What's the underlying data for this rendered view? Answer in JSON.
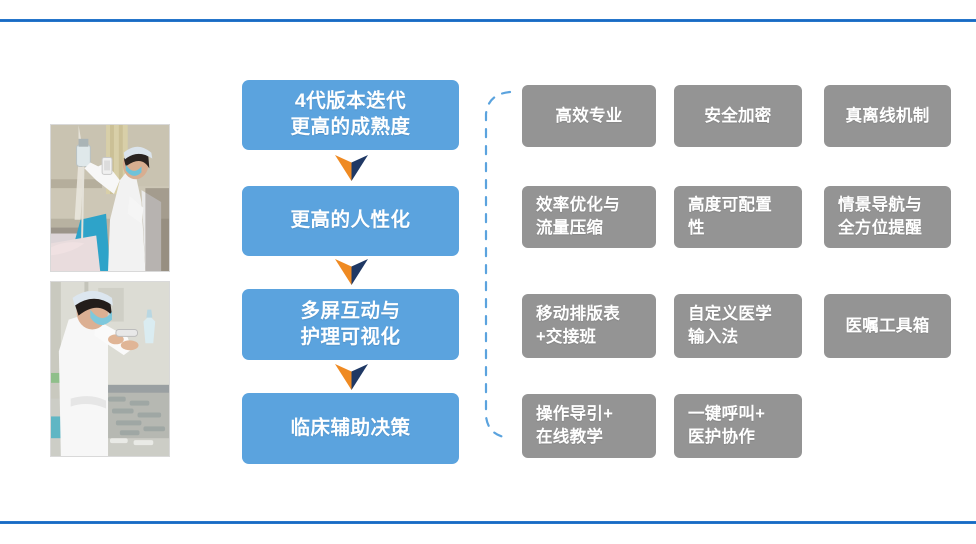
{
  "slide": {
    "decoration": {
      "top_rule_color": "#1565c0",
      "bottom_rule_color": "#1565c0"
    },
    "theme": {
      "process_box_color": "#5ba3de",
      "feature_box_color": "#949494",
      "arrow_left_color": "#ef8a22",
      "arrow_right_color": "#1f3864",
      "bracket_color": "#5ba3de",
      "text_color": "#ffffff"
    }
  },
  "photos": [
    {
      "name": "nurse-scanning-iv-drip",
      "caption": ""
    },
    {
      "name": "nurse-preparing-medication",
      "caption": ""
    }
  ],
  "process_flow": {
    "steps": [
      {
        "label": "4代版本迭代\n更高的成熟度"
      },
      {
        "label": "更高的人性化"
      },
      {
        "label": "多屏互动与\n护理可视化"
      },
      {
        "label": "临床辅助决策"
      }
    ],
    "connectors": [
      {
        "name": "chevron-down-1"
      },
      {
        "name": "chevron-down-2"
      },
      {
        "name": "chevron-down-3"
      }
    ]
  },
  "features": {
    "rows": [
      [
        {
          "label": "高效专业",
          "align": "center"
        },
        {
          "label": "安全加密",
          "align": "center"
        },
        {
          "label": "真离线机制",
          "align": "center"
        }
      ],
      [
        {
          "label": "效率优化与\n流量压缩",
          "align": "left"
        },
        {
          "label": "高度可配置\n性",
          "align": "left"
        },
        {
          "label": "情景导航与\n全方位提醒",
          "align": "left"
        }
      ],
      [
        {
          "label": "移动排版表\n+交接班",
          "align": "left"
        },
        {
          "label": "自定义医学\n输入法",
          "align": "left"
        },
        {
          "label": "医嘱工具箱",
          "align": "center"
        }
      ],
      [
        {
          "label": "操作导引+\n在线教学",
          "align": "left"
        },
        {
          "label": "一键呼叫+\n医护协作",
          "align": "left"
        }
      ]
    ]
  }
}
